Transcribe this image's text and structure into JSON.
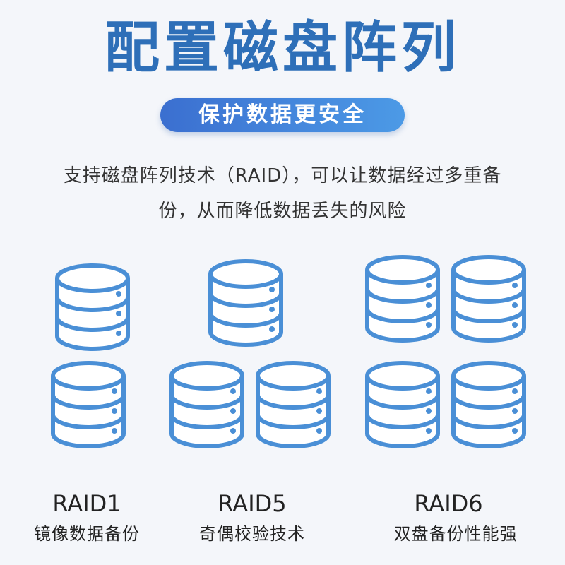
{
  "title": "配置磁盘阵列",
  "subtitle": "保护数据更安全",
  "description": {
    "line1": "支持磁盘阵列技术（RAID），可以让数据经过多重备",
    "line2": "份，从而降低数据丢失的风险"
  },
  "colors": {
    "accent": "#2e6fb8",
    "disk_stroke": "#4a8fd6",
    "pill_start": "#3b6fd0",
    "pill_end": "#4c9ae6"
  },
  "groups": [
    {
      "name": "RAID1",
      "desc": "镜像数据备份",
      "disk_count": 2
    },
    {
      "name": "RAID5",
      "desc": "奇偶校验技术",
      "disk_count": 3
    },
    {
      "name": "RAID6",
      "desc": "双盘备份性能强",
      "disk_count": 4
    }
  ]
}
